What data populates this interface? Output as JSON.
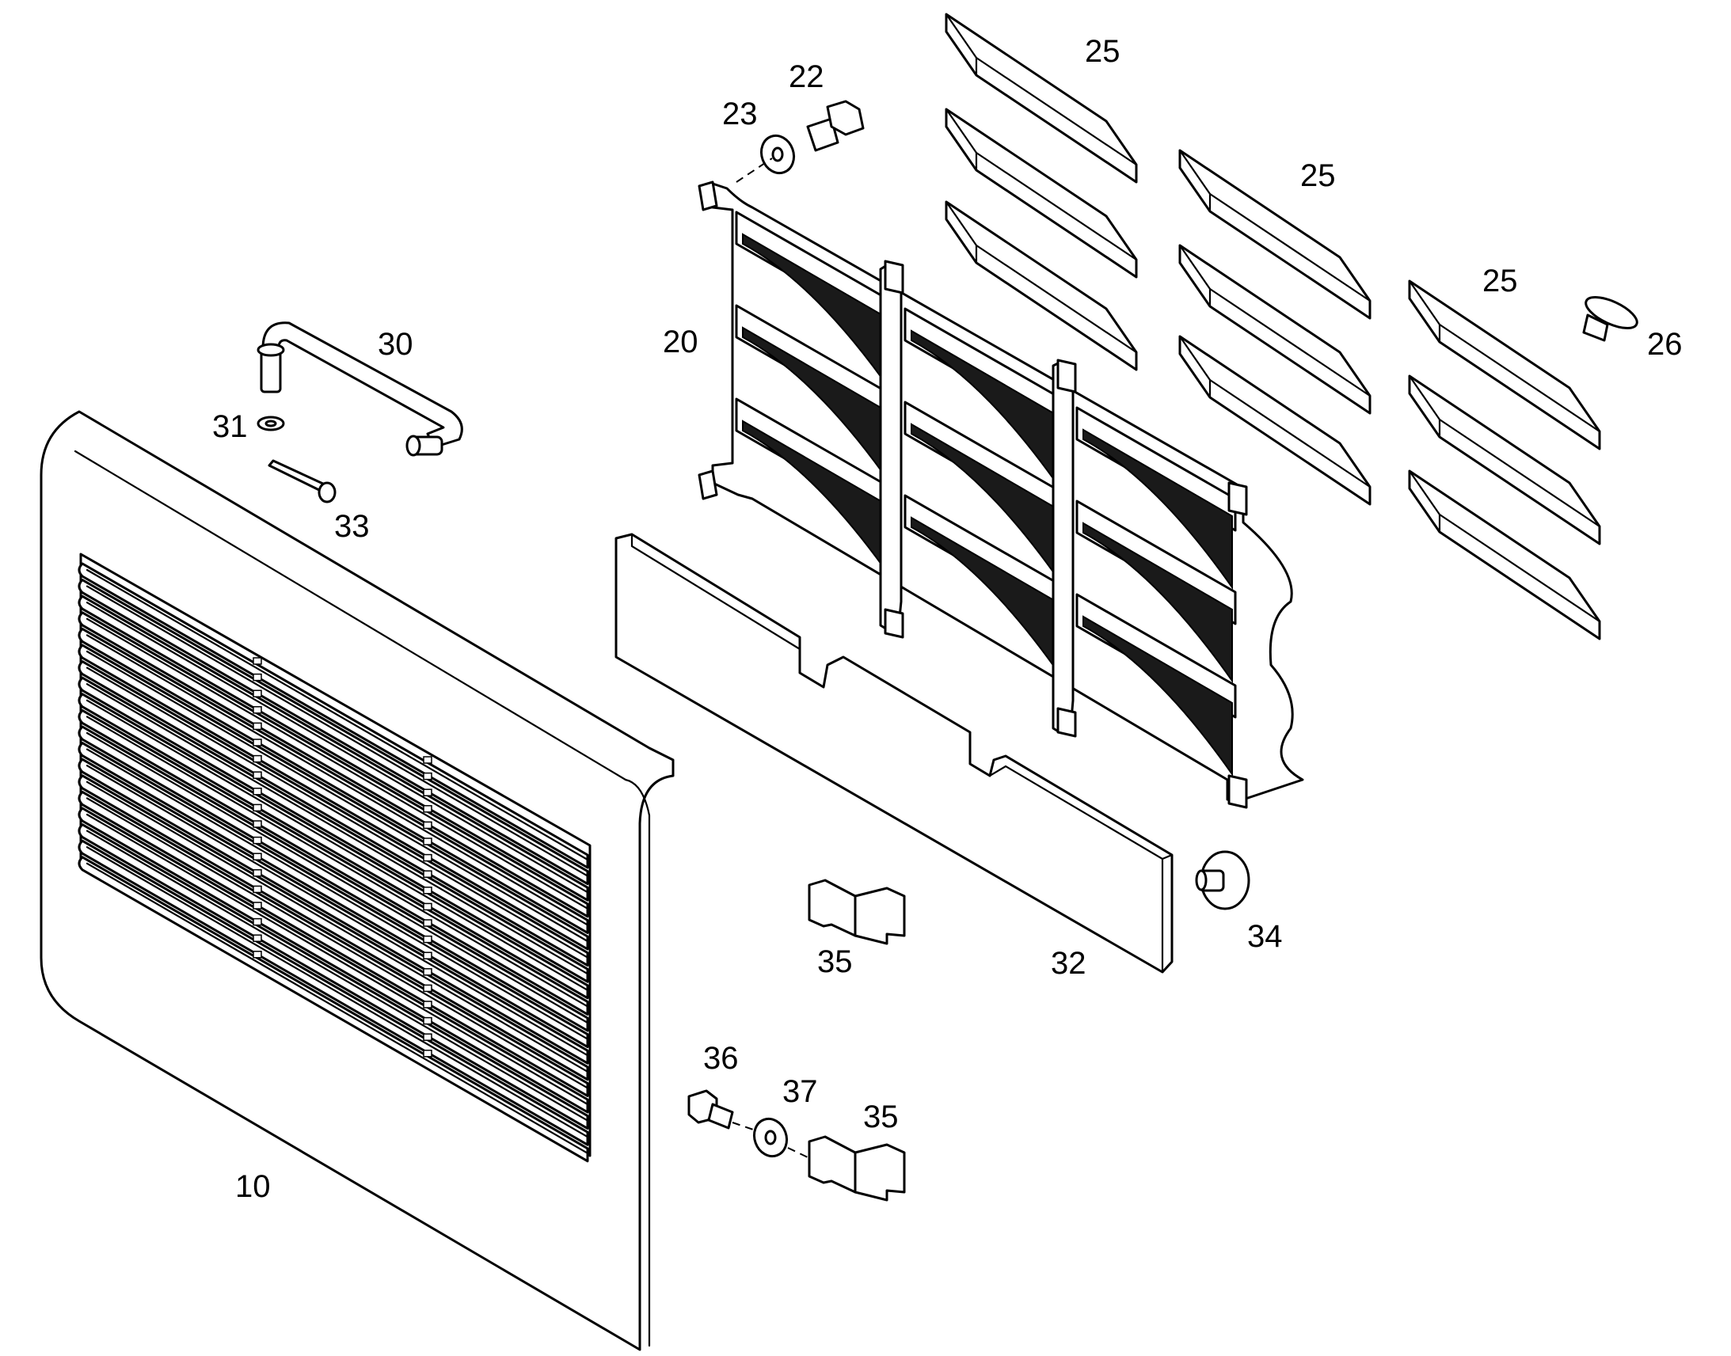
{
  "diagram": {
    "type": "exploded-parts-view",
    "labels": {
      "front_panel": "10",
      "frame": "20",
      "screw_top": "22",
      "washer_top": "23",
      "block_row1": "25",
      "block_row2": "25",
      "block_row3": "25",
      "plug": "26",
      "rod": "30",
      "washer_rod": "31",
      "bar": "32",
      "pin": "33",
      "knob": "34",
      "bracket_a": "35",
      "bracket_b": "35",
      "screw_bottom": "36",
      "washer_bottom": "37"
    },
    "colors": {
      "line": "#000000",
      "background": "#ffffff",
      "grille_fill": "#1a1a1a"
    }
  }
}
